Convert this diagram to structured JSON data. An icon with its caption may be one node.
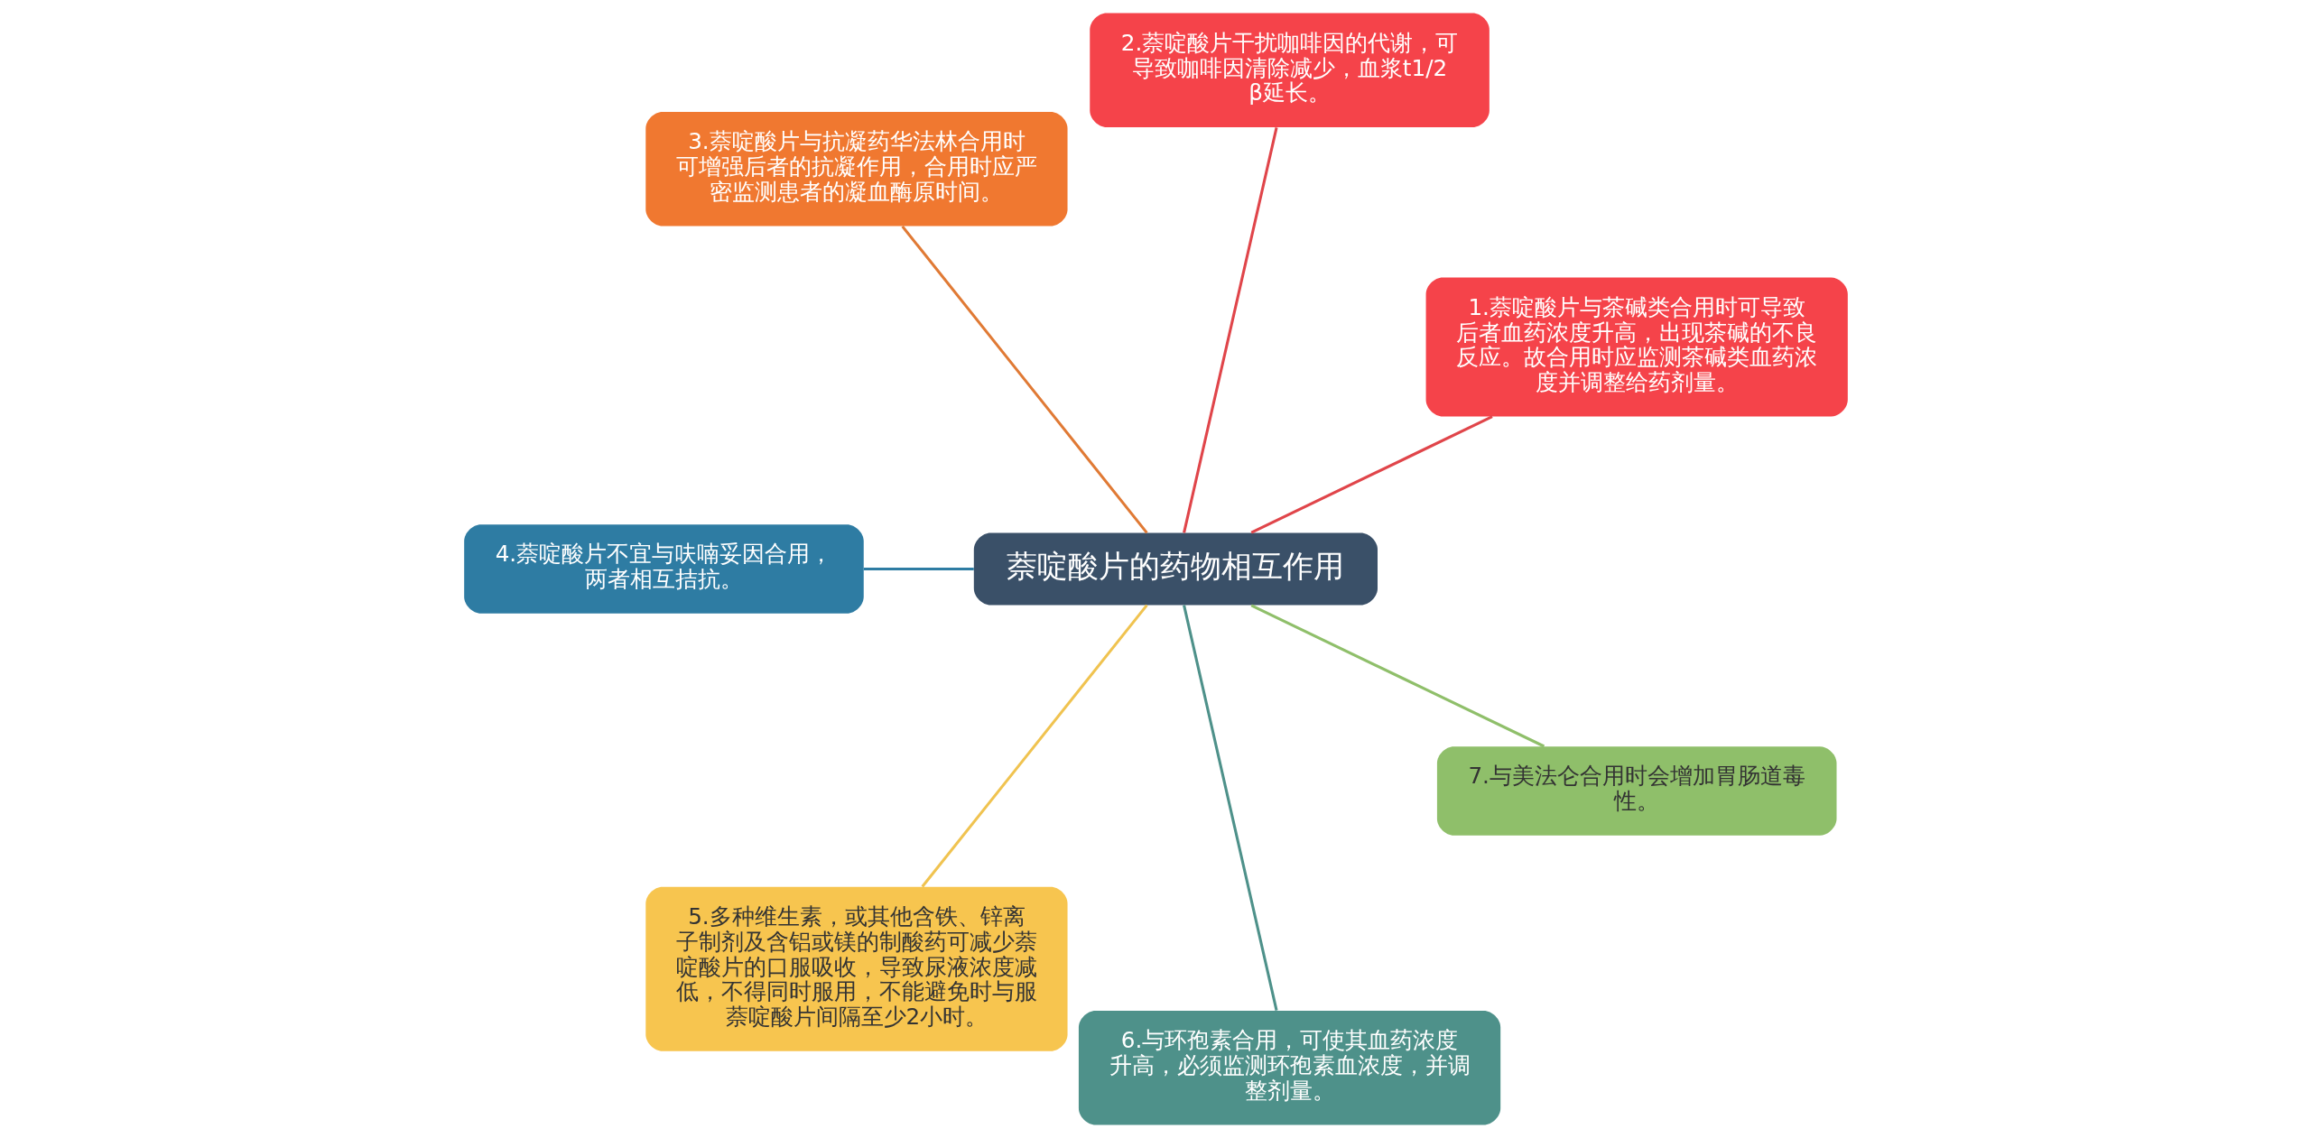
{
  "diagram": {
    "nodes": [
      {
        "text": [
          "萘啶酸片的药物相互作用"
        ]
      },
      {
        "text": [
          "1.萘啶酸片与茶碱类合用时可导致后者血药浓度升高，出现茶碱的不良反应。故合用时应监测茶碱类血药浓度并调整给药剂量。"
        ]
      },
      {
        "text": [
          "2.萘啶酸片干扰咖啡因的代谢，可导致咖啡因清除减少，血浆t1/2β延长。"
        ]
      },
      {
        "text": [
          "3.萘啶酸片与抗凝药华法林合用时可增强后者的抗凝作用，合用时应严密监测患者的凝血酶原时间。"
        ]
      },
      {
        "text": [
          "4.萘啶酸片不宜与呋喃妥因合用，两者相互拮抗。"
        ]
      },
      {
        "text": [
          "5.多种维生素，或其他含铁、锌离子制剂及含铝或镁的制酸药可减少萘啶酸片的口服吸收，导致尿液浓度减低，不得同时服用，不能避免时与服萘啶酸片间隔至少2小时。"
        ]
      },
      {
        "text": [
          "6.与环孢素合用，可使其血药浓度升高，必须监测环孢素血浓度，并调整剂量。"
        ]
      },
      {
        "text": [
          "7.与美法仑合用时会增加胃肠道毒性。"
        ]
      }
    ],
    "edges": [
      {
        "from": 0,
        "to": 1,
        "arrow": "none",
        "color": "#e0454a"
      },
      {
        "from": 0,
        "to": 2,
        "arrow": "none",
        "color": "#e0454a"
      },
      {
        "from": 0,
        "to": 3,
        "arrow": "none",
        "color": "#e07a35"
      },
      {
        "from": 0,
        "to": 4,
        "arrow": "none",
        "color": "#2e7ca3"
      },
      {
        "from": 0,
        "to": 5,
        "arrow": "none",
        "color": "#f0c350"
      },
      {
        "from": 0,
        "to": 6,
        "arrow": "none",
        "color": "#4e918a"
      },
      {
        "from": 0,
        "to": 7,
        "arrow": "none",
        "color": "#8fbf6a"
      }
    ]
  }
}
